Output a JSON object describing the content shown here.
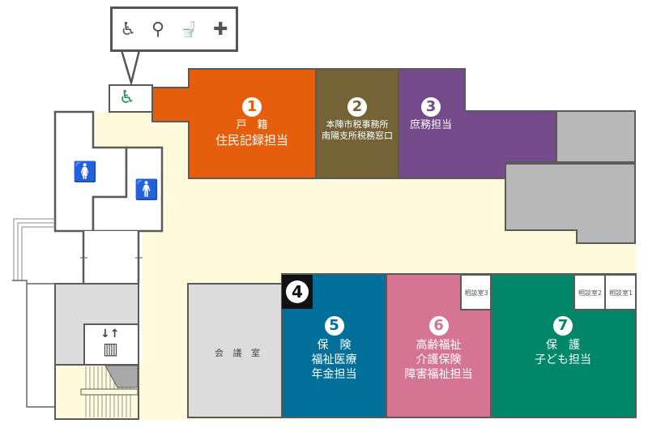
{
  "facility_callout": {
    "icons": [
      "wheelchair-icon",
      "baby-changing-icon",
      "child-seat-toilet-icon",
      "ostomate-icon"
    ],
    "glyphs": [
      "♿",
      "⚲",
      "🚽",
      "✚"
    ]
  },
  "accessible_toilet": {
    "glyph": "♿",
    "color": "#1a9850"
  },
  "restrooms": {
    "female": {
      "glyph": "🚺",
      "color": "#e0248a"
    },
    "male": {
      "glyph": "🚹",
      "color": "#1a2a7a"
    }
  },
  "elevator": {
    "arrows": "↓↑",
    "glyph": "▥"
  },
  "meeting_room": {
    "label": "会 議 室"
  },
  "counters": [
    {
      "number": "1",
      "lines": [
        "戸　籍",
        "住民記録担当"
      ],
      "color": "#e55e0b"
    },
    {
      "number": "2",
      "lines": [
        "本陣市税事務所",
        "南陽支所税務窓口"
      ],
      "color": "#736336"
    },
    {
      "number": "3",
      "lines": [
        "庶務担当"
      ],
      "color": "#744a8a"
    },
    {
      "number": "4",
      "lines": [],
      "color": "#111111"
    },
    {
      "number": "5",
      "lines": [
        "保　険",
        "福祉医療",
        "年金担当"
      ],
      "color": "#00709b"
    },
    {
      "number": "6",
      "lines": [
        "高齢福祉",
        "介護保険",
        "障害福祉担当"
      ],
      "color": "#d57593"
    },
    {
      "number": "7",
      "lines": [
        "保　護",
        "子ども担当"
      ],
      "color": "#00876a"
    }
  ],
  "consultation_rooms": [
    {
      "label": "相談室3"
    },
    {
      "label": "相談室2"
    },
    {
      "label": "相談室1"
    }
  ],
  "colors": {
    "corridor": "#fffadb",
    "wall": "#5a5a5a",
    "gray_room": "#b8b8b8",
    "light_gray_room": "#dcdcdc"
  }
}
